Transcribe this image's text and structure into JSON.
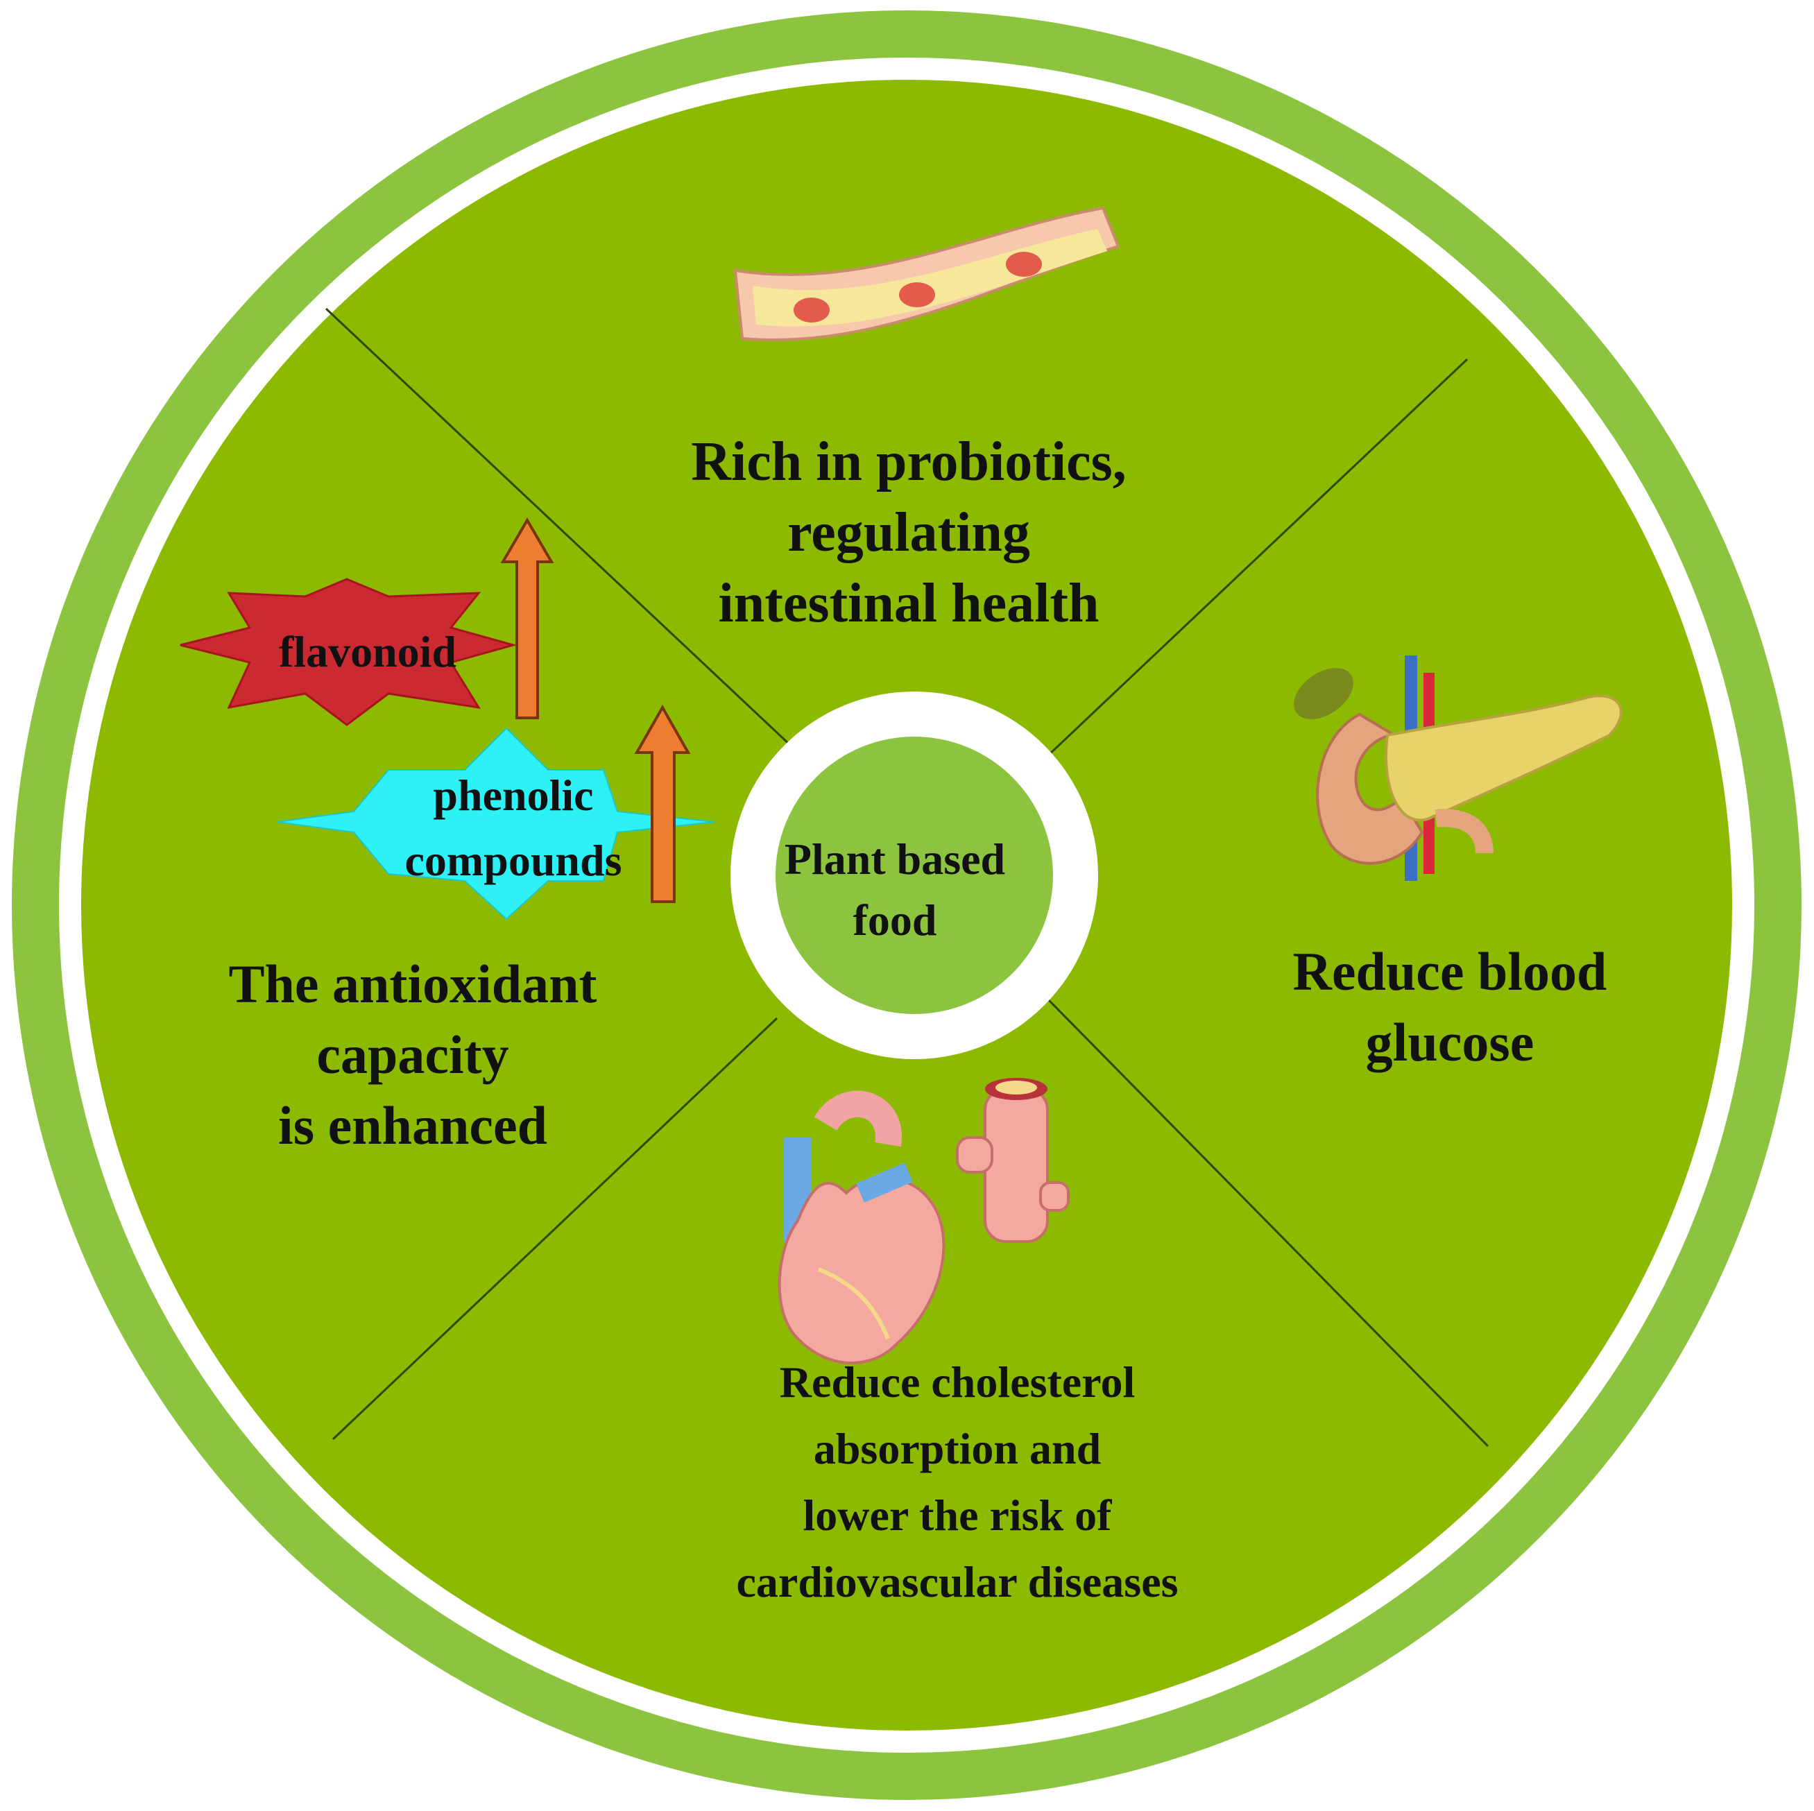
{
  "diagram": {
    "center_label": "Plant based\nfood",
    "segments": {
      "top": {
        "label": "Rich in probiotics,\nregulating\nintestinal health"
      },
      "left": {
        "label": "The antioxidant\ncapacity\nis enhanced"
      },
      "right": {
        "label": "Reduce blood\nglucose"
      },
      "bottom": {
        "label": "Reduce cholesterol\nabsorption and\nlower the risk of\ncardiovascular diseases"
      }
    },
    "badges": {
      "flavonoid": {
        "label": "flavonoid",
        "trend": "increase"
      },
      "phenolic": {
        "label": "phenolic\ncompounds",
        "trend": "increase"
      }
    },
    "icons": [
      "intestine-icon",
      "pancreas-icon",
      "heart-icon",
      "blood-vessel-icon",
      "up-arrow-icon"
    ],
    "colors": {
      "outer_ring": "#8cc43f",
      "disc": "#8cba00",
      "center": "#8cc43f",
      "flavonoid_star": "#cc2a32",
      "phenolic_star": "#2ef1f5",
      "arrow": "#ed7d31",
      "divider": "#2b4a00"
    }
  }
}
